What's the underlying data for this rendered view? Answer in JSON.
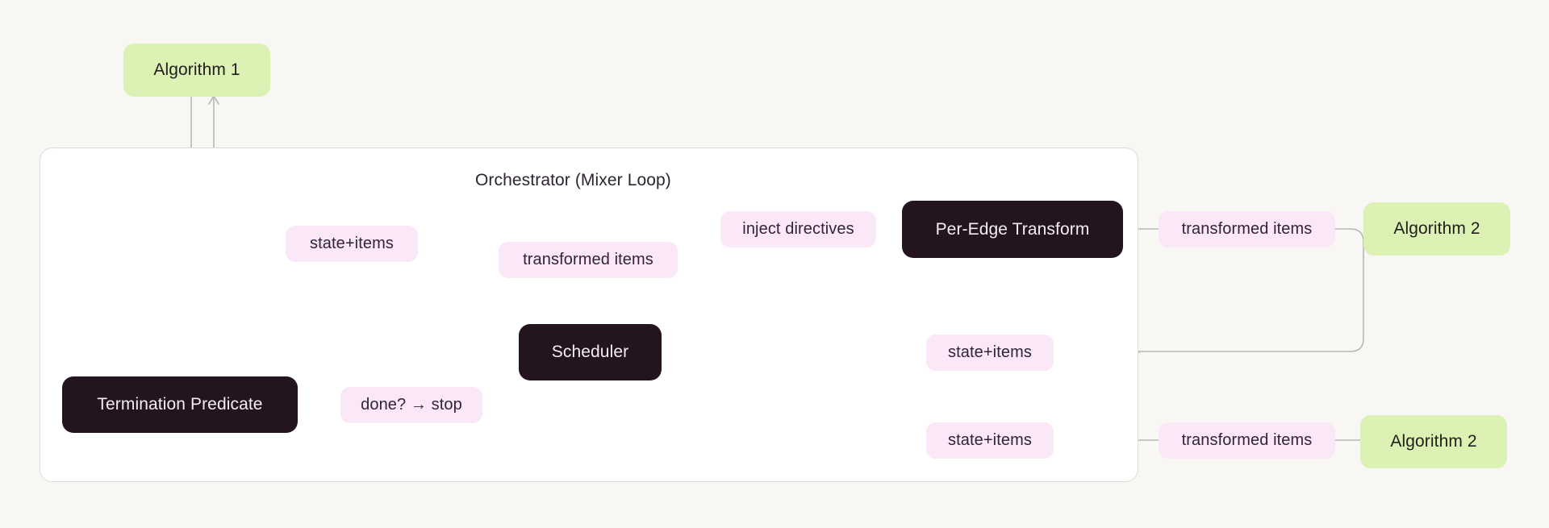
{
  "diagram": {
    "title": "Orchestrator (Mixer Loop)",
    "background_color": "#f8f7f4",
    "group": {
      "label": "Orchestrator (Mixer Loop)",
      "fill": "#ffffff",
      "border_color": "#dedcd9"
    },
    "colors": {
      "green_node": "#dcf1b4",
      "dark_node": "#231420",
      "chip": "#fae7f8",
      "edge": "#b9b7b4",
      "text_dark": "#23201c",
      "text_light": "#f3eef2"
    },
    "nodes": [
      {
        "id": "algorithm-1",
        "label": "Algorithm 1",
        "kind": "green"
      },
      {
        "id": "per-edge-transform",
        "label": "Per-Edge Transform",
        "kind": "dark"
      },
      {
        "id": "scheduler",
        "label": "Scheduler",
        "kind": "dark"
      },
      {
        "id": "termination-predicate",
        "label": "Termination Predicate",
        "kind": "dark"
      },
      {
        "id": "algorithm-2-top",
        "label": "Algorithm 2",
        "kind": "green"
      },
      {
        "id": "algorithm-2-bottom",
        "label": "Algorithm 2",
        "kind": "green"
      }
    ],
    "edge_labels": [
      {
        "id": "state-items-left",
        "label": "state+items"
      },
      {
        "id": "transformed-items-mid",
        "label": "transformed items"
      },
      {
        "id": "inject-directives",
        "label": "inject directives"
      },
      {
        "id": "transformed-items-top",
        "label": "transformed items"
      },
      {
        "id": "state-items-mid",
        "label": "state+items"
      },
      {
        "id": "done-stop",
        "label": "done? → stop"
      },
      {
        "id": "state-items-bottom",
        "label": "state+items"
      },
      {
        "id": "transformed-items-bottom",
        "label": "transformed items"
      }
    ]
  }
}
